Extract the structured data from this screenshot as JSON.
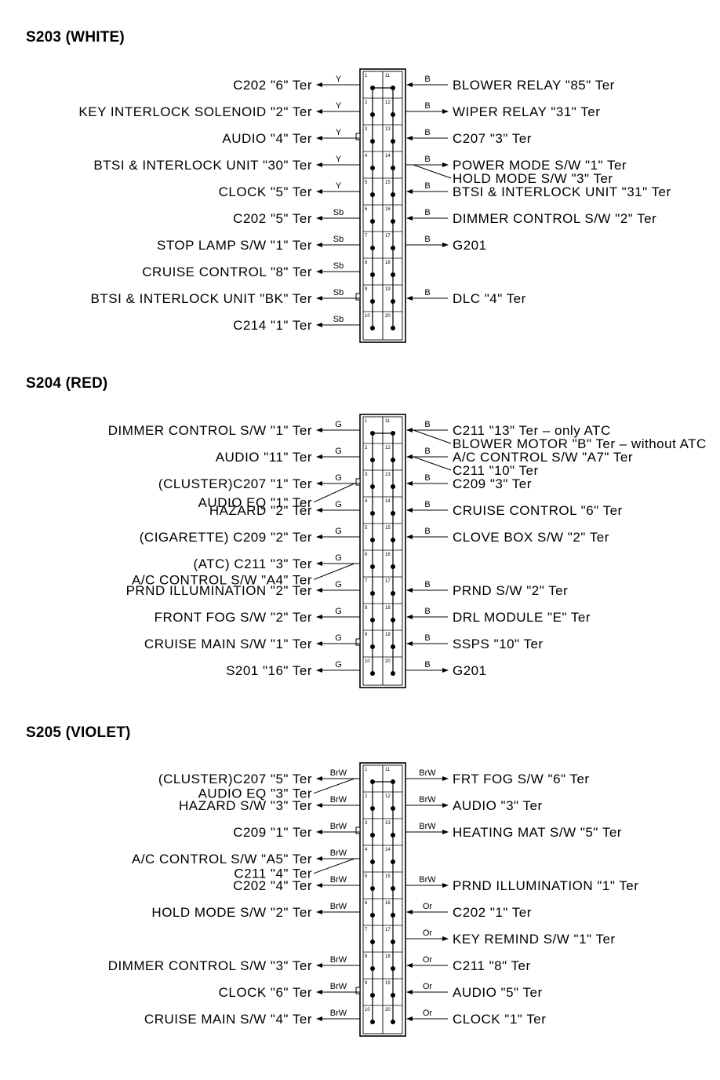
{
  "sections": [
    {
      "title": "S203 (WHITE)",
      "rows": 10,
      "left": [
        {
          "label": "C202 \"6\" Ter",
          "wire": "Y",
          "row": 1
        },
        {
          "label": "KEY INTERLOCK SOLENOID \"2\" Ter",
          "wire": "Y",
          "row": 2
        },
        {
          "label": "AUDIO \"4\" Ter",
          "wire": "Y",
          "row": 3
        },
        {
          "label": "BTSI & INTERLOCK UNIT \"30\" Ter",
          "wire": "Y",
          "row": 4
        },
        {
          "label": "CLOCK \"5\" Ter",
          "wire": "Y",
          "row": 5
        },
        {
          "label": "C202 \"5\" Ter",
          "wire": "Sb",
          "row": 6
        },
        {
          "label": "STOP LAMP S/W \"1\" Ter",
          "wire": "Sb",
          "row": 7
        },
        {
          "label": "CRUISE CONTROL \"8\" Ter",
          "wire": "Sb",
          "row": 8
        },
        {
          "label": "BTSI & INTERLOCK UNIT \"BK\" Ter",
          "wire": "Sb",
          "row": 9
        },
        {
          "label": "C214 \"1\" Ter",
          "wire": "Sb",
          "row": 10
        }
      ],
      "right": [
        {
          "label": "BLOWER RELAY \"85\" Ter",
          "wire": "B",
          "row": 1,
          "dir": "in"
        },
        {
          "label": "WIPER RELAY \"31\" Ter",
          "wire": "B",
          "row": 2,
          "dir": "out"
        },
        {
          "label": "C207 \"3\" Ter",
          "wire": "B",
          "row": 3,
          "dir": "in"
        },
        {
          "label": "POWER MODE S/W \"1\" Ter",
          "wire": "B",
          "row": 4,
          "dir": "out"
        },
        {
          "label": "HOLD MODE S/W \"3\" Ter",
          "row": 4.5,
          "branch": true
        },
        {
          "label": "BTSI & INTERLOCK UNIT \"31\" Ter",
          "wire": "B",
          "row": 5,
          "dir": "in"
        },
        {
          "label": "DIMMER CONTROL S/W \"2\" Ter",
          "wire": "B",
          "row": 6,
          "dir": "in"
        },
        {
          "label": "G201",
          "wire": "B",
          "row": 7,
          "dir": "out"
        },
        {
          "label": "DLC \"4\" Ter",
          "wire": "B",
          "row": 9,
          "dir": "in"
        }
      ]
    },
    {
      "title": "S204 (RED)",
      "rows": 10,
      "left": [
        {
          "label": "DIMMER CONTROL S/W \"1\" Ter",
          "wire": "G",
          "row": 1
        },
        {
          "label": "AUDIO \"11\" Ter",
          "wire": "G",
          "row": 2
        },
        {
          "label": "(CLUSTER)C207 \"1\" Ter",
          "wire": "G",
          "row": 3
        },
        {
          "label": "AUDIO EQ \"1\" Ter",
          "row": 3.7,
          "branch": true
        },
        {
          "label": "HAZARD \"2\" Ter",
          "wire": "G",
          "row": 4
        },
        {
          "label": "(CIGARETTE) C209 \"2\" Ter",
          "wire": "G",
          "row": 5
        },
        {
          "label": "(ATC) C211 \"3\" Ter",
          "wire": "G",
          "row": 6
        },
        {
          "label": "A/C CONTROL S/W \"A4\" Ter",
          "row": 6.6,
          "branch": true
        },
        {
          "label": "PRND ILLUMINATION \"2\" Ter",
          "wire": "G",
          "row": 7
        },
        {
          "label": "FRONT FOG S/W \"2\" Ter",
          "wire": "G",
          "row": 8
        },
        {
          "label": "CRUISE MAIN S/W \"1\" Ter",
          "wire": "G",
          "row": 9
        },
        {
          "label": "S201 \"16\" Ter",
          "wire": "G",
          "row": 10
        }
      ],
      "right": [
        {
          "label": "C211 \"13\" Ter – only ATC",
          "wire": "B",
          "row": 1,
          "dir": "in"
        },
        {
          "label": "BLOWER MOTOR \"B\" Ter – without ATC",
          "row": 1.5,
          "branch": true
        },
        {
          "label": "A/C CONTROL S/W \"A7\" Ter",
          "wire": "B",
          "row": 2,
          "dir": "in"
        },
        {
          "label": "C211 \"10\" Ter",
          "row": 2.5,
          "branch": true
        },
        {
          "label": "C209 \"3\" Ter",
          "wire": "B",
          "row": 3,
          "dir": "in"
        },
        {
          "label": "CRUISE CONTROL \"6\" Ter",
          "wire": "B",
          "row": 4,
          "dir": "in"
        },
        {
          "label": "CLOVE BOX S/W \"2\" Ter",
          "wire": "B",
          "row": 5,
          "dir": "in"
        },
        {
          "label": "PRND S/W \"2\" Ter",
          "wire": "B",
          "row": 7,
          "dir": "in"
        },
        {
          "label": "DRL MODULE \"E\" Ter",
          "wire": "B",
          "row": 8,
          "dir": "in"
        },
        {
          "label": "SSPS \"10\" Ter",
          "wire": "B",
          "row": 9,
          "dir": "in"
        },
        {
          "label": "G201",
          "wire": "B",
          "row": 10,
          "dir": "out"
        }
      ]
    },
    {
      "title": "S205 (VIOLET)",
      "rows": 10,
      "left": [
        {
          "label": "(CLUSTER)C207 \"5\" Ter",
          "wire": "BrW",
          "row": 1
        },
        {
          "label": "AUDIO EQ \"3\" Ter",
          "row": 1.55,
          "branch": true
        },
        {
          "label": "HAZARD S/W \"3\" Ter",
          "wire": "BrW",
          "row": 2
        },
        {
          "label": "C209 \"1\" Ter",
          "wire": "BrW",
          "row": 3
        },
        {
          "label": "A/C CONTROL S/W \"A5\" Ter",
          "wire": "BrW",
          "row": 4
        },
        {
          "label": "C211 \"4\" Ter",
          "row": 4.55,
          "branch": true
        },
        {
          "label": "C202 \"4\" Ter",
          "wire": "BrW",
          "row": 5
        },
        {
          "label": "HOLD MODE S/W \"2\" Ter",
          "wire": "BrW",
          "row": 6
        },
        {
          "label": "DIMMER CONTROL S/W \"3\" Ter",
          "wire": "BrW",
          "row": 8
        },
        {
          "label": "CLOCK \"6\" Ter",
          "wire": "BrW",
          "row": 9
        },
        {
          "label": "CRUISE MAIN S/W \"4\" Ter",
          "wire": "BrW",
          "row": 10
        }
      ],
      "right": [
        {
          "label": "FRT FOG S/W \"6\" Ter",
          "wire": "BrW",
          "row": 1,
          "dir": "out"
        },
        {
          "label": "AUDIO \"3\" Ter",
          "wire": "BrW",
          "row": 2,
          "dir": "out"
        },
        {
          "label": "HEATING MAT S/W \"5\" Ter",
          "wire": "BrW",
          "row": 3,
          "dir": "out"
        },
        {
          "label": "PRND ILLUMINATION \"1\" Ter",
          "wire": "BrW",
          "row": 5,
          "dir": "out"
        },
        {
          "label": "C202 \"1\" Ter",
          "wire": "Or",
          "row": 6,
          "dir": "in"
        },
        {
          "label": "KEY REMIND S/W \"1\" Ter",
          "wire": "Or",
          "row": 7,
          "dir": "out"
        },
        {
          "label": "C211 \"8\" Ter",
          "wire": "Or",
          "row": 8,
          "dir": "in"
        },
        {
          "label": "AUDIO \"5\" Ter",
          "wire": "Or",
          "row": 9,
          "dir": "in"
        },
        {
          "label": "CLOCK \"1\" Ter",
          "wire": "Or",
          "row": 10,
          "dir": "in"
        }
      ]
    }
  ]
}
